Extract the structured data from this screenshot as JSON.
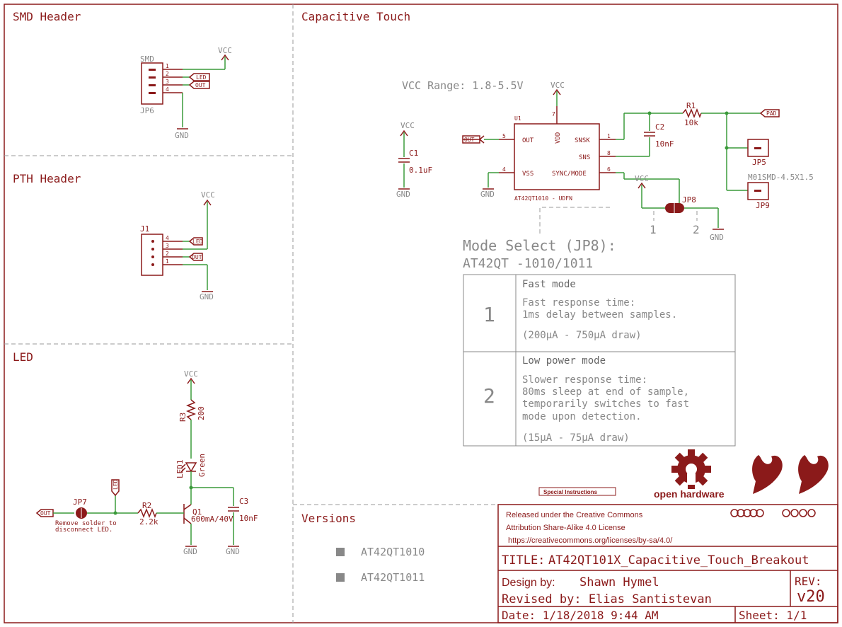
{
  "sections": {
    "smd_header": "SMD Header",
    "pth_header": "PTH Header",
    "led": "LED",
    "capacitive_touch": "Capacitive Touch",
    "versions": "Versions"
  },
  "smd": {
    "ref": "SMD",
    "name": "JP6",
    "pins": [
      "1",
      "2",
      "3",
      "4"
    ],
    "vcc": "VCC",
    "gnd": "GND",
    "led_tag": "LED",
    "out_tag": "OUT"
  },
  "pth": {
    "name": "J1",
    "pins": [
      "4",
      "3",
      "2",
      "1"
    ],
    "vcc": "VCC",
    "gnd": "GND",
    "led_tag": "LED",
    "out_tag": "OUT"
  },
  "led_section": {
    "vcc": "VCC",
    "r3_name": "R3",
    "r3_value": "200",
    "led_name": "LED1",
    "led_color": "Green",
    "q1_name": "Q1",
    "q1_value": "600mA/40V",
    "c3_name": "C3",
    "c3_value": "10nF",
    "r2_name": "R2",
    "r2_value": "2.2k",
    "jp7_name": "JP7",
    "jp7_note_1": "Remove solder to",
    "jp7_note_2": "disconnect LED.",
    "out_tag": "OUT",
    "led_tag": "LED",
    "gnd": "GND"
  },
  "cap": {
    "vcc_range": "VCC Range: 1.8-5.5V",
    "vcc": "VCC",
    "gnd": "GND",
    "c1_name": "C1",
    "c1_value": "0.1uF",
    "u1_name": "U1",
    "u1_part": "AT42QT1010 - UDFN",
    "pin_out": "OUT",
    "pin_vss": "VSS",
    "pin_vdd": "VDD",
    "pin_snsk": "SNSK",
    "pin_sns": "SNS",
    "pin_sync": "SYNC/MODE",
    "pn_out": "5",
    "pn_vss": "4",
    "pn_vdd": "7",
    "pn_snsk": "1",
    "pn_sns": "8",
    "pn_sync": "6",
    "c2_name": "C2",
    "c2_value": "10nF",
    "r1_name": "R1",
    "r1_value": "10k",
    "pad_tag": "PAD",
    "out_tag": "OUT",
    "jp5": "JP5",
    "jp9_part": "M01SMD-4.5X1.5",
    "jp9": "JP9",
    "jp8": "JP8",
    "jp8_1": "1",
    "jp8_2": "2"
  },
  "mode_select": {
    "title": "Mode Select (JP8):",
    "subtitle": "AT42QT     -1010/1011",
    "rows": [
      {
        "num": "1",
        "head": "Fast mode",
        "lines": [
          "Fast response time:",
          "1ms delay between samples."
        ],
        "draw": "(200μA - 750μA draw)"
      },
      {
        "num": "2",
        "head": "Low power mode",
        "lines": [
          "Slower response time:",
          "80ms sleep at end of sample,",
          "temporarily switches to fast",
          "mode upon detection."
        ],
        "draw": "(15μA - 75μA draw)"
      }
    ]
  },
  "versions": [
    "AT42QT1010",
    "AT42QT1011"
  ],
  "special_instructions": "Special Instructions",
  "open_hardware": "open hardware",
  "title_block": {
    "license_1": "Released under the Creative Commons",
    "license_2": "Attribution Share-Alike 4.0 License",
    "license_url": "https://creativecommons.org/licenses/by-sa/4.0/",
    "title_label": "TITLE:",
    "title": "AT42QT101X_Capacitive_Touch_Breakout",
    "design_label": "Design by:",
    "designer": "Shawn Hymel",
    "revised": "Revised by: Elias Santistevan",
    "rev_label": "REV:",
    "rev": "v20",
    "date": "Date: 1/18/2018 9:44 AM",
    "sheet": "Sheet: 1/1"
  },
  "colors": {
    "frame": "#8b1a1a",
    "wire": "#3a9a3a",
    "divider": "#999999",
    "text_gray": "#888888"
  }
}
